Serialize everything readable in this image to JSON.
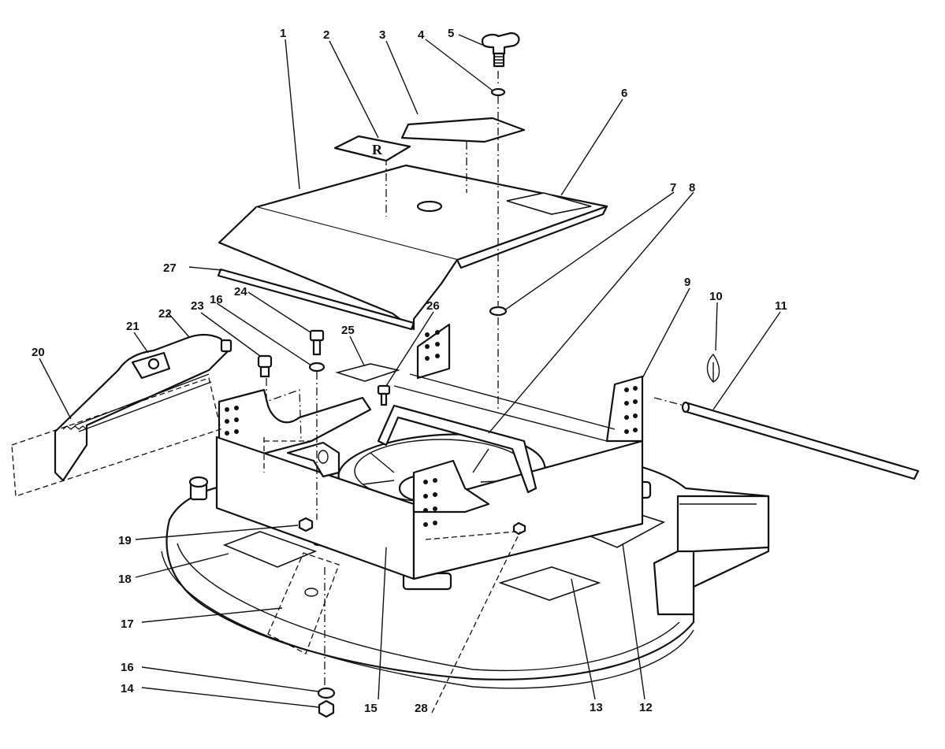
{
  "figure": {
    "callouts": [
      {
        "id": "c1",
        "text": "1"
      },
      {
        "id": "c2",
        "text": "2"
      },
      {
        "id": "c3",
        "text": "3"
      },
      {
        "id": "c4",
        "text": "4"
      },
      {
        "id": "c5",
        "text": "5"
      },
      {
        "id": "c6",
        "text": "6"
      },
      {
        "id": "c7",
        "text": "7"
      },
      {
        "id": "c8",
        "text": "8"
      },
      {
        "id": "c9",
        "text": "9"
      },
      {
        "id": "c10",
        "text": "10"
      },
      {
        "id": "c11",
        "text": "11"
      },
      {
        "id": "c12",
        "text": "12"
      },
      {
        "id": "c13",
        "text": "13"
      },
      {
        "id": "c14",
        "text": "14"
      },
      {
        "id": "c15",
        "text": "15"
      },
      {
        "id": "c16a",
        "text": "16"
      },
      {
        "id": "c16b",
        "text": "16"
      },
      {
        "id": "c17",
        "text": "17"
      },
      {
        "id": "c18",
        "text": "18"
      },
      {
        "id": "c19",
        "text": "19"
      },
      {
        "id": "c20",
        "text": "20"
      },
      {
        "id": "c21",
        "text": "21"
      },
      {
        "id": "c22",
        "text": "22"
      },
      {
        "id": "c23",
        "text": "23"
      },
      {
        "id": "c24",
        "text": "24"
      },
      {
        "id": "c25",
        "text": "25"
      },
      {
        "id": "c26",
        "text": "26"
      },
      {
        "id": "c27",
        "text": "27"
      },
      {
        "id": "c28",
        "text": "28"
      }
    ]
  }
}
